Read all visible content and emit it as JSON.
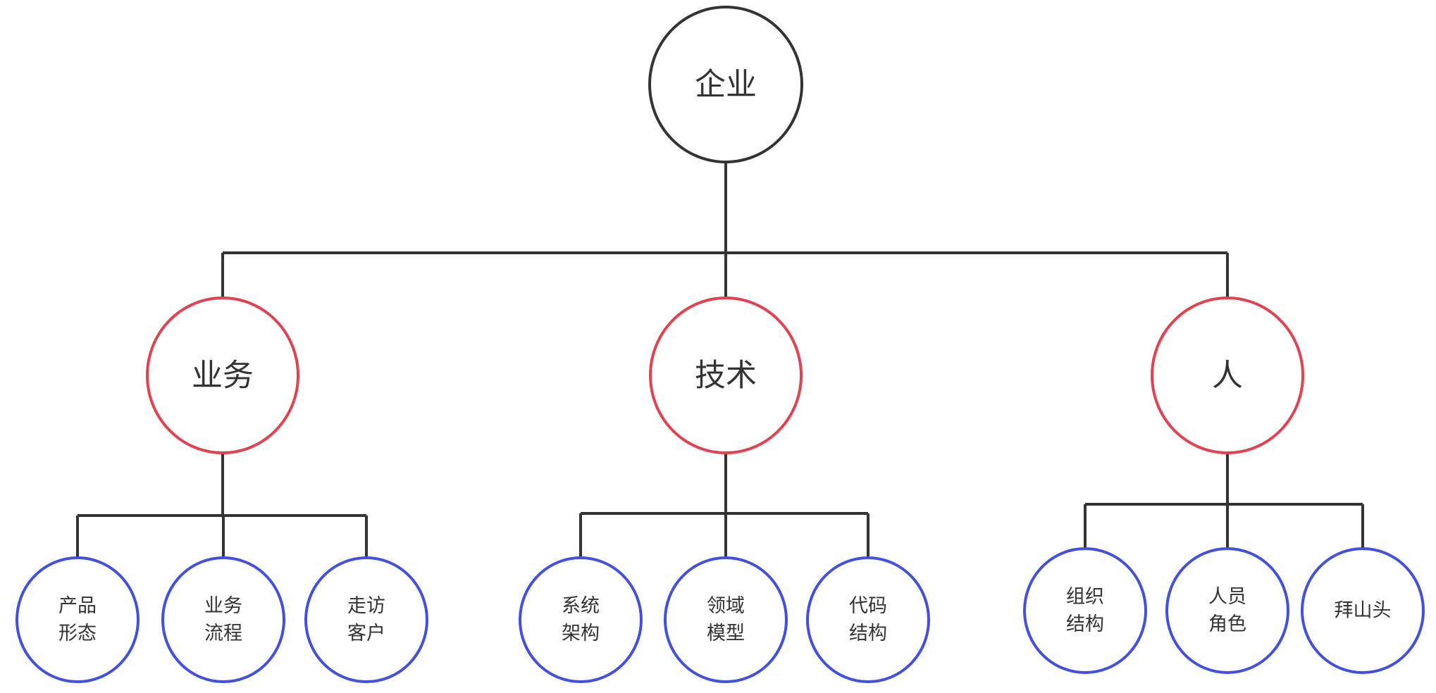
{
  "colors": {
    "root": "#333333",
    "level1": "#e2414f",
    "level2": "#4150df",
    "line": "#333333"
  },
  "tree": {
    "label": [
      "企业"
    ],
    "children": [
      {
        "label": [
          "业务"
        ],
        "children": [
          {
            "label": [
              "产品",
              "形态"
            ]
          },
          {
            "label": [
              "业务",
              "流程"
            ]
          },
          {
            "label": [
              "走访",
              "客户"
            ]
          }
        ]
      },
      {
        "label": [
          "技术"
        ],
        "children": [
          {
            "label": [
              "系统",
              "架构"
            ]
          },
          {
            "label": [
              "领域",
              "模型"
            ]
          },
          {
            "label": [
              "代码",
              "结构"
            ]
          }
        ]
      },
      {
        "label": [
          "人"
        ],
        "children": [
          {
            "label": [
              "组织",
              "结构"
            ]
          },
          {
            "label": [
              "人员",
              "角色"
            ]
          },
          {
            "label": [
              "拜山头"
            ]
          }
        ]
      }
    ]
  }
}
